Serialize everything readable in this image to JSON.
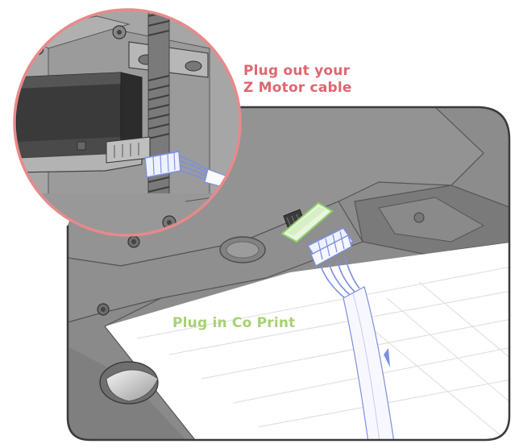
{
  "callouts": {
    "unplug_line1": "Plug out your",
    "unplug_line2": "Z Motor cable",
    "plugin": "Plug in Co Print"
  },
  "colors": {
    "unplug_text": "#e0666f",
    "plugin_text": "#a6d273",
    "magnifier_ring": "#e8898a",
    "frame_outline": "#3b3b3b",
    "printer_body": "#8e8e8e",
    "printer_dark": "#5c5c5c",
    "connector": "#7d8fe0",
    "green_accent": "#8fd16a"
  },
  "icons": {
    "magnifier": "zoom-circle-icon",
    "connector": "cable-connector-icon",
    "motor": "stepper-motor-icon"
  }
}
